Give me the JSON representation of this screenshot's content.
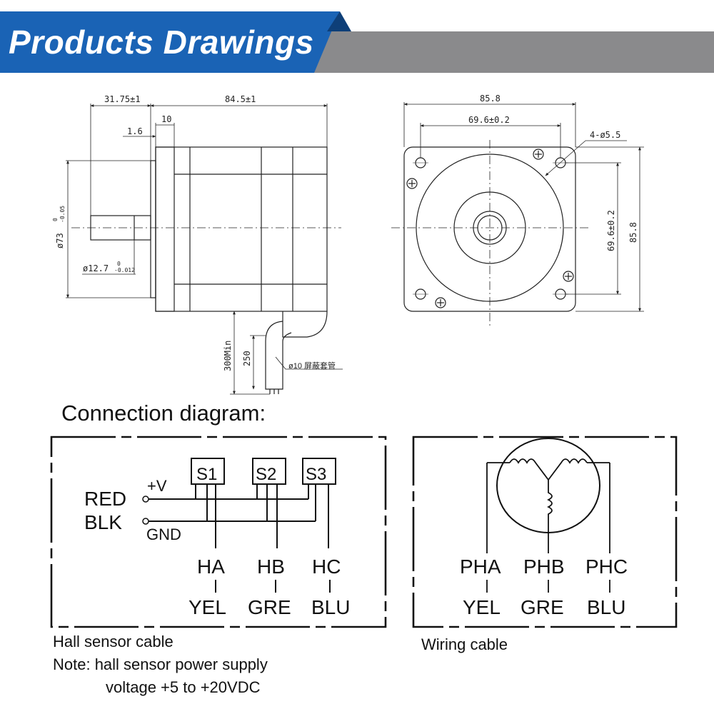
{
  "header": {
    "title": "Products Drawings",
    "accent_color": "#1a63b5",
    "bar_color": "#8a8a8c"
  },
  "side_view": {
    "dims": {
      "shaft_length": "31.75±1",
      "body_length": "84.5±1",
      "flange": "10",
      "boss": "1.6",
      "pilot_dia_main": "ø73",
      "pilot_dia_upper": "0",
      "pilot_dia_lower": "-0.05",
      "shaft_dia_main": "ø12.7",
      "shaft_dia_upper": "0",
      "shaft_dia_lower": "-0.012",
      "lead_total": "300Min",
      "lead_part": "250",
      "sleeve": "ø10 屏蔽套管"
    }
  },
  "front_view": {
    "dims": {
      "width": "85.8",
      "hole_spacing_h": "69.6±0.2",
      "holes": "4-ø5.5",
      "hole_spacing_v": "69.6±0.2",
      "height": "85.8"
    }
  },
  "connection": {
    "title": "Connection diagram:",
    "hall": {
      "sensors": [
        "S1",
        "S2",
        "S3"
      ],
      "power_label": "+V",
      "ground_label": "GND",
      "power_wire": "RED",
      "ground_wire": "BLK",
      "signals": [
        "HA",
        "HB",
        "HC"
      ],
      "colors": [
        "YEL",
        "GRE",
        "BLU"
      ],
      "caption": "Hall sensor cable",
      "note_line1": "Note: hall sensor power supply",
      "note_line2": "voltage +5 to +20VDC"
    },
    "winding": {
      "phases": [
        "PHA",
        "PHB",
        "PHC"
      ],
      "colors": [
        "YEL",
        "GRE",
        "BLU"
      ],
      "caption": "Wiring cable"
    }
  }
}
